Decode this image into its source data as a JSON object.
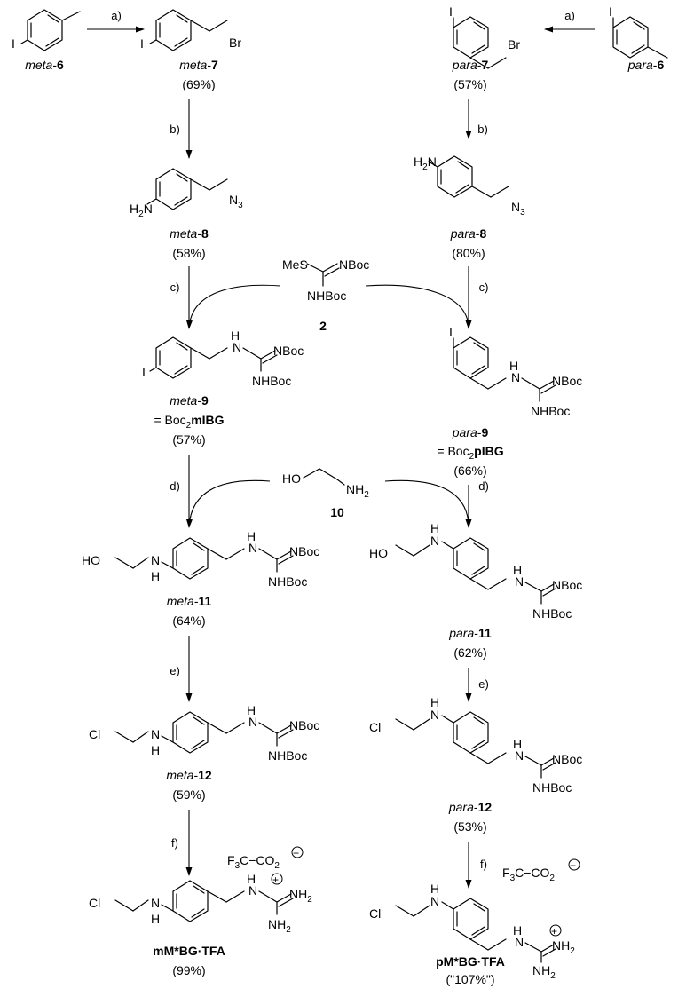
{
  "conditions": {
    "a": "a)",
    "b": "b)",
    "c": "c)",
    "d": "d)",
    "e": "e)",
    "f": "f)"
  },
  "compounds": {
    "meta6": {
      "prefix": "meta",
      "num": "6"
    },
    "para6": {
      "prefix": "para",
      "num": "6"
    },
    "meta7": {
      "prefix": "meta",
      "num": "7",
      "yield": "(69%)"
    },
    "para7": {
      "prefix": "para",
      "num": "7",
      "yield": "(57%)"
    },
    "meta8": {
      "prefix": "meta",
      "num": "8",
      "yield": "(58%)"
    },
    "para8": {
      "prefix": "para",
      "num": "8",
      "yield": "(80%)"
    },
    "meta9": {
      "prefix": "meta",
      "num": "9",
      "alias_pre": "= Boc",
      "alias_sub": "2",
      "alias_bold": "mIBG",
      "yield": "(57%)"
    },
    "para9": {
      "prefix": "para",
      "num": "9",
      "alias_pre": "= Boc",
      "alias_sub": "2",
      "alias_bold": "pIBG",
      "yield": "(66%)"
    },
    "meta11": {
      "prefix": "meta",
      "num": "11",
      "yield": "(64%)"
    },
    "para11": {
      "prefix": "para",
      "num": "11",
      "yield": "(62%)"
    },
    "meta12": {
      "prefix": "meta",
      "num": "12",
      "yield": "(59%)"
    },
    "para12": {
      "prefix": "para",
      "num": "12",
      "yield": "(53%)"
    },
    "mM": {
      "name": "mM*BG·TFA",
      "yield": "(99%)"
    },
    "pM": {
      "name": "pM*BG·TFA",
      "yield": "(\"107%\")"
    },
    "reagent2": {
      "num": "2"
    },
    "reagent10": {
      "num": "10"
    }
  },
  "atoms": {
    "I": "I",
    "Br": "Br",
    "H2N": "H",
    "N3": "N",
    "MeS": "MeS",
    "NBoc": "NBoc",
    "NHBoc": "NHBoc",
    "NH": "H",
    "N": "N",
    "HO": "HO",
    "NH2": "NH",
    "Cl": "Cl",
    "F3C": "F",
    "CO2": "CO",
    "plus": "+",
    "minus": "−"
  }
}
